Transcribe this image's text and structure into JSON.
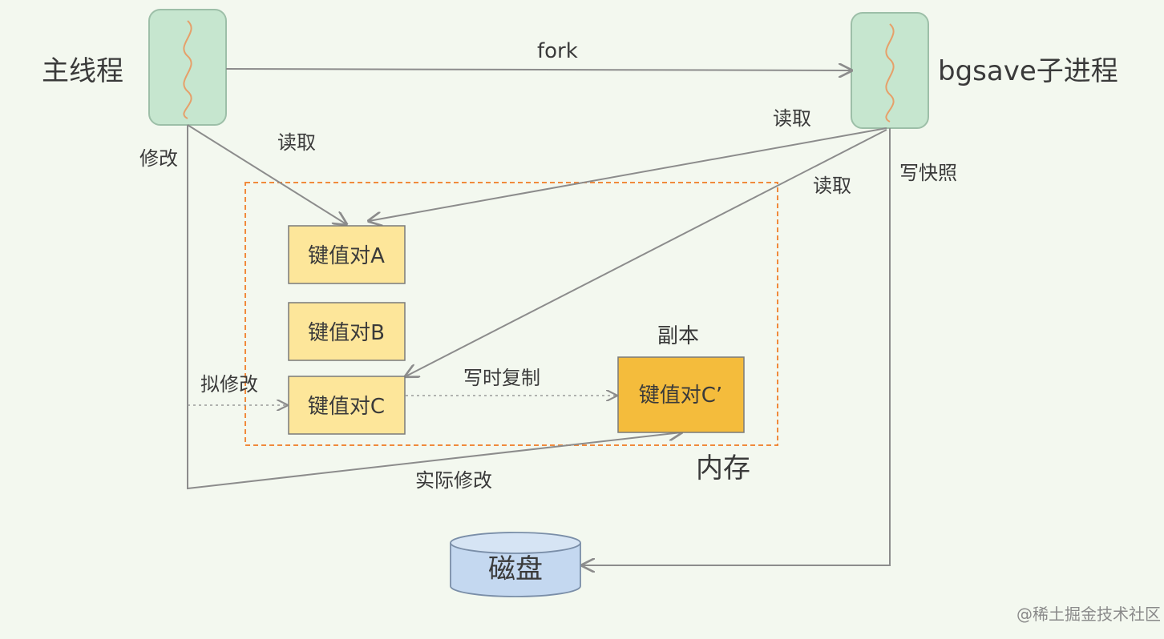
{
  "colors": {
    "background": "#f3f8ef",
    "thread_fill": "#c6e6cf",
    "thread_stroke": "#9dbfa8",
    "squiggle": "#e6a06a",
    "kv_fill": "#fde69a",
    "kv_stroke": "#7a7a7a",
    "copy_fill": "#f4bc3c",
    "memory_border": "#f08a3c",
    "disk_fill": "#c4d8f0",
    "disk_stroke": "#7a8ea8",
    "edge": "#8c8c8c"
  },
  "nodes": {
    "main_thread": {
      "label": "主线程",
      "icon": "thread-icon"
    },
    "bgsave_process": {
      "label": "bgsave子进程",
      "icon": "thread-icon"
    },
    "kv_a": {
      "label": "键值对A"
    },
    "kv_b": {
      "label": "键值对B"
    },
    "kv_c": {
      "label": "键值对C"
    },
    "kv_c_copy": {
      "label": "键值对C’",
      "caption": "副本"
    },
    "memory": {
      "label": "内存"
    },
    "disk": {
      "label": "磁盘",
      "icon": "database-icon"
    }
  },
  "edges": {
    "fork": "fork",
    "main_read": "读取",
    "main_modify": "修改",
    "bg_read_a": "读取",
    "bg_read_c": "读取",
    "write_snapshot": "写快照",
    "intend_modify": "拟修改",
    "copy_on_write": "写时复制",
    "actual_modify": "实际修改"
  },
  "watermark": "@稀土掘金技术社区"
}
